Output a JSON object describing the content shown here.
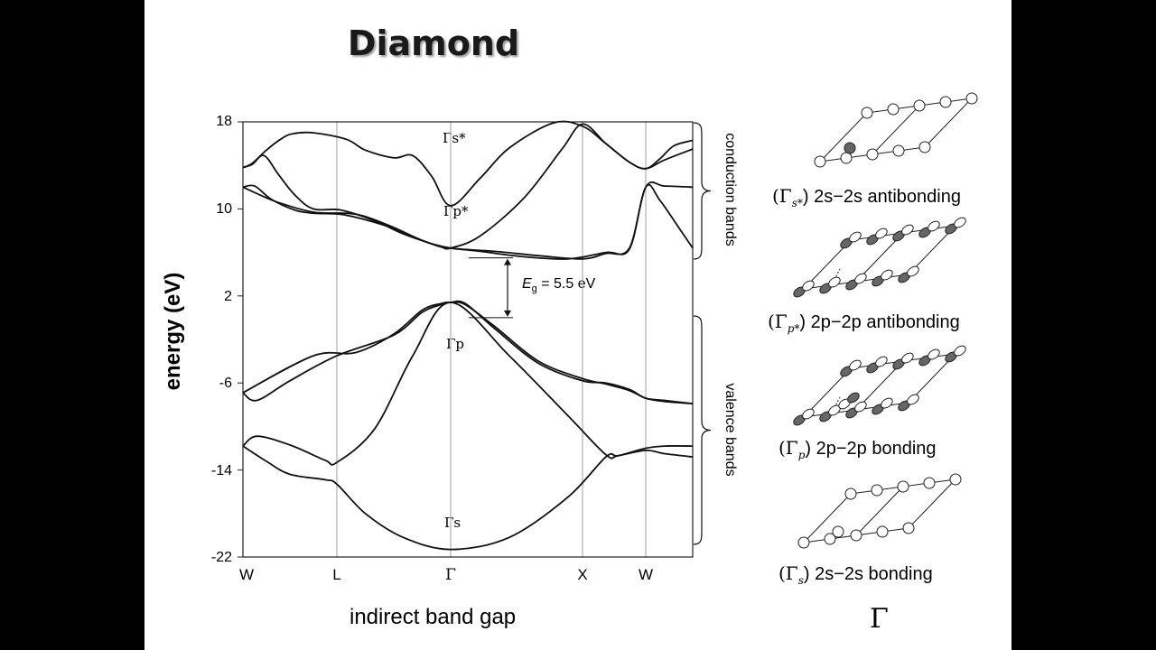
{
  "title": "Diamond",
  "chart_data": {
    "type": "line",
    "title": "Diamond",
    "ylabel": "energy (eV)",
    "xlabel": "",
    "ylim": [
      -22,
      18
    ],
    "yticks": [
      "18",
      "10",
      "2",
      "-6",
      "-14",
      "-22"
    ],
    "xtick_labels": [
      "W",
      "L",
      "Γ",
      "X",
      "W"
    ],
    "grid": "vertical lines at high-symmetry points",
    "bands": [
      {
        "x": [
          0,
          0.04,
          0.1,
          0.16,
          0.21,
          0.3,
          0.45,
          0.55,
          0.7,
          0.8,
          0.9,
          1.0,
          1.1,
          1.2,
          1.35,
          1.45,
          1.55,
          1.65,
          1.72,
          1.78,
          1.84,
          1.92
        ],
        "y": [
          13.8,
          14.2,
          15.4,
          16.4,
          16.9,
          17.0,
          16.4,
          15.4,
          14.7,
          14.9,
          13.0,
          10.3,
          12.8,
          15.6,
          17.9,
          17.6,
          16.0,
          14.3,
          13.7,
          14.6,
          15.8,
          16.3
        ]
      },
      {
        "x": [
          0,
          0.04,
          0.09,
          0.15,
          0.22,
          0.3,
          0.42,
          0.6,
          0.75,
          0.9,
          1.0,
          1.1,
          1.25,
          1.4,
          1.55,
          1.65,
          1.72,
          1.8,
          1.92
        ],
        "y": [
          13.8,
          14.1,
          14.9,
          13.2,
          11.3,
          10.0,
          9.9,
          8.9,
          7.7,
          6.8,
          6.4,
          6.1,
          5.6,
          5.4,
          6.0,
          6.3,
          12.0,
          12.1,
          12.0
        ]
      },
      {
        "x": [
          0,
          0.05,
          0.12,
          0.22,
          0.3,
          0.42,
          0.55,
          0.7,
          0.85,
          0.95,
          1.0,
          1.1,
          1.25,
          1.38,
          1.45,
          1.55,
          1.65,
          1.72,
          1.8,
          1.92
        ],
        "y": [
          12.0,
          12.1,
          10.9,
          9.9,
          9.6,
          9.5,
          9.0,
          8.2,
          7.1,
          6.5,
          6.4,
          7.5,
          11.0,
          15.5,
          17.8,
          16.0,
          14.3,
          13.7,
          14.5,
          15.5
        ]
      },
      {
        "x": [
          0,
          0.05,
          0.15,
          0.3,
          0.45,
          0.55,
          0.7,
          0.85,
          1.0,
          1.15,
          1.3,
          1.45,
          1.55,
          1.65,
          1.72,
          1.78,
          1.86,
          1.92
        ],
        "y": [
          12.0,
          11.5,
          10.6,
          9.7,
          9.6,
          9.3,
          8.3,
          7.1,
          6.4,
          6.1,
          5.7,
          5.4,
          5.9,
          6.4,
          12.0,
          10.8,
          8.3,
          6.4
        ]
      },
      {
        "x": [
          0,
          0.3,
          0.5,
          0.7,
          0.85,
          0.95,
          1.0,
          1.05,
          1.15,
          1.3,
          1.45,
          1.55,
          1.65,
          1.72,
          1.8,
          1.92
        ],
        "y": [
          -6.9,
          -3.5,
          -3.2,
          -1.5,
          0.7,
          1.3,
          1.4,
          1.2,
          -0.8,
          -4.0,
          -5.6,
          -6.1,
          -6.7,
          -7.4,
          -7.7,
          -7.9
        ]
      },
      {
        "x": [
          0,
          0.06,
          0.2,
          0.4,
          0.7,
          0.85,
          0.95,
          1.0,
          1.05,
          1.15,
          1.3,
          1.45,
          1.55,
          1.65,
          1.72,
          1.8,
          1.92
        ],
        "y": [
          -6.9,
          -7.6,
          -5.8,
          -3.5,
          -1.6,
          0.5,
          1.2,
          1.4,
          1.3,
          -1.0,
          -4.2,
          -5.8,
          -6.0,
          -6.6,
          -7.4,
          -7.6,
          -7.9
        ]
      },
      {
        "x": [
          0,
          0.06,
          0.2,
          0.35,
          0.4,
          0.6,
          0.8,
          1.0,
          1.2,
          1.4,
          1.55,
          1.6,
          1.72,
          1.8,
          1.92
        ],
        "y": [
          -11.8,
          -10.9,
          -11.7,
          -13.1,
          -13.3,
          -10.2,
          -3.5,
          1.4,
          -3.5,
          -9.0,
          -12.6,
          -12.7,
          -12.0,
          -11.8,
          -11.8
        ]
      },
      {
        "x": [
          0,
          0.1,
          0.2,
          0.35,
          0.4,
          0.55,
          0.75,
          1.0,
          1.2,
          1.4,
          1.55,
          1.6,
          1.72,
          1.8,
          1.92
        ],
        "y": [
          -11.8,
          -13.2,
          -14.4,
          -14.9,
          -15.3,
          -18.0,
          -20.2,
          -21.3,
          -20.2,
          -16.5,
          -12.8,
          -12.7,
          -12.2,
          -12.5,
          -12.8
        ]
      }
    ],
    "annotations": {
      "gamma_s_star": "Γs*",
      "gamma_p_star": "Γp*",
      "gamma_p": "Γp",
      "gamma_s": "Γs",
      "band_gap": {
        "label_main": "E",
        "label_sub": "g",
        "label_rest": " = 5.5 eV",
        "top": 5.5,
        "bottom": 0.0
      },
      "conduction": "conduction bands",
      "valence": "valence bands",
      "caption": "indirect band gap"
    }
  },
  "orbitals": [
    {
      "gamma": "(Γ",
      "sub": "s*",
      "rest": ") 2s−2s antibonding"
    },
    {
      "gamma": "(Γ",
      "sub": "p*",
      "rest": ") 2p−2p antibonding"
    },
    {
      "gamma": "(Γ",
      "sub": "p",
      "rest": ") 2p−2p bonding"
    },
    {
      "gamma": "(Γ",
      "sub": "s",
      "rest": ") 2s−2s bonding"
    }
  ],
  "gamma_caption": "Γ"
}
